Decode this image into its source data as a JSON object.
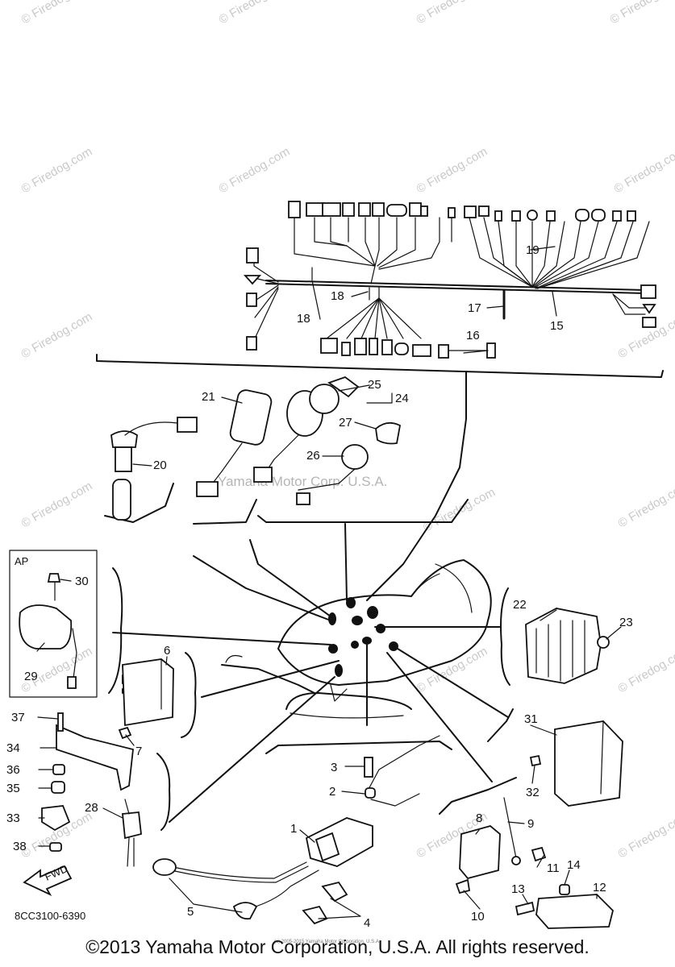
{
  "watermark_text": "© Firedog.com",
  "overlay_text": "Yamaha Motor Corp. U.S.A.",
  "inset_label": "AP",
  "fwd_label": "FWD",
  "diagram_code": "8CC3100-6390",
  "tiny_notice": "(c) 2005-2015 Yamaha Motor Corporation, U.S.A.",
  "copyright": "©2013 Yamaha Motor Corporation, U.S.A. All rights reserved.",
  "callouts": [
    "1",
    "2",
    "3",
    "4",
    "5",
    "6",
    "7",
    "8",
    "9",
    "10",
    "11",
    "12",
    "13",
    "14",
    "15",
    "16",
    "17",
    "18",
    "19",
    "20",
    "21",
    "22",
    "23",
    "24",
    "25",
    "26",
    "27",
    "28",
    "29",
    "30",
    "31",
    "32",
    "33",
    "34",
    "35",
    "36",
    "37",
    "38"
  ]
}
